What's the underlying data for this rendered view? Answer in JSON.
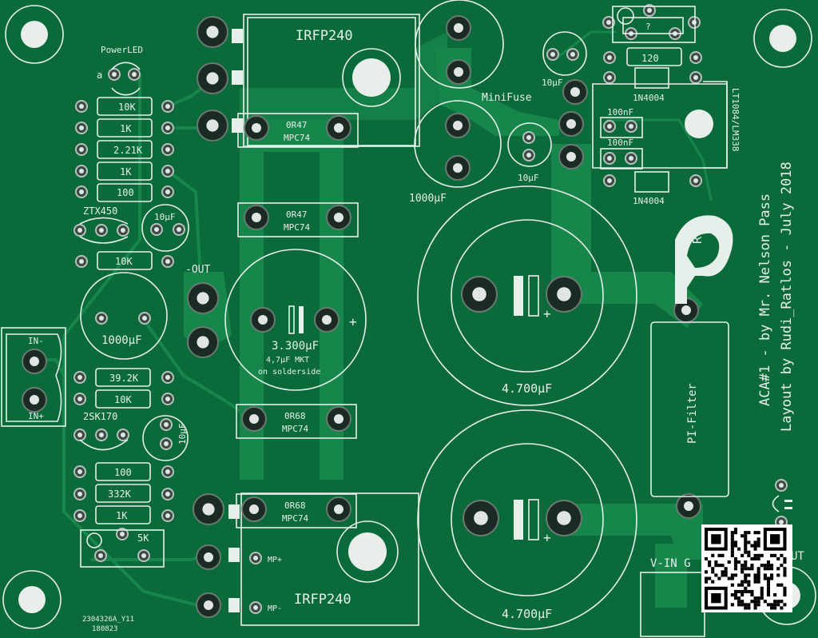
{
  "board": {
    "colors": {
      "substrate": "#0b6a3a",
      "copper": "#17864b",
      "silkscreen": "#e6efe9"
    },
    "title_line1": "ACA#1 - by Mr. Nelson Pass",
    "title_line2": "Layout by Rudi_Ratlos - July 2018",
    "batch_code": "2304326A_Y11",
    "batch_date": "180823"
  },
  "components": {
    "mosfet_top": "IRFP240",
    "mosfet_bottom": "IRFP240",
    "power_led": "PowerLED",
    "led_anode": "a",
    "resistors_top": [
      "10K",
      "1K",
      "2.21K",
      "1K",
      "100"
    ],
    "transistor_top": "ZTX450",
    "cap_small_left_top": "10µF",
    "resistor_10k_mid": "10K",
    "out_label": "-OUT",
    "cap_1000_left": "1000µF",
    "source_res_top": [
      {
        "value": "0R47",
        "type": "MPC74"
      },
      {
        "value": "0R47",
        "type": "MPC74"
      }
    ],
    "source_res_bottom": [
      {
        "value": "0R68",
        "type": "MPC74"
      },
      {
        "value": "0R68",
        "type": "MPC74"
      }
    ],
    "output_cap": "3.300µF",
    "output_cap_note1": "4,7µF MKT",
    "output_cap_note2": "on solderside",
    "input_minus": "IN-",
    "input_plus": "IN+",
    "resistors_mid": [
      "39.2K",
      "10K"
    ],
    "jfet": "2SK170",
    "cap_small_left_bottom": "10µF",
    "resistors_bottom": [
      "100",
      "332K",
      "1K"
    ],
    "trimmer": "5K",
    "mp_plus": "MP+",
    "mp_minus": "MP-",
    "minifuse": "MiniFuse",
    "cap_reg_1": "10µF",
    "cap_reg_2": "10µF",
    "cap_reg_1000": "1000µF",
    "unknown_part": "?",
    "resistor_120": "120",
    "diode_top": "1N4004",
    "diode_bottom": "1N4004",
    "cap_100nf_1": "100nF",
    "cap_100nf_2": "100nF",
    "regulator": "LT1084/LM338",
    "big_cap_top": "4.700µF",
    "big_cap_bottom": "4.700µF",
    "pi_filter": "PI-Filter",
    "vin_label": "V-IN G",
    "out_right_label": "UT"
  }
}
